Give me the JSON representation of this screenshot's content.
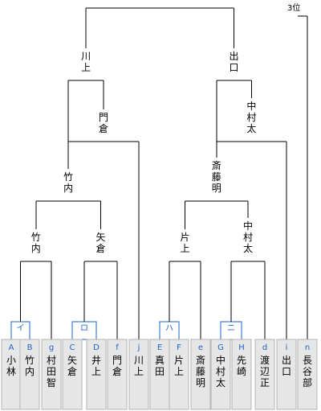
{
  "bracket": {
    "third_place_label": "3位",
    "entrants": [
      {
        "code": "A",
        "name": "小林"
      },
      {
        "code": "B",
        "name": "竹内"
      },
      {
        "code": "g",
        "name": "村田智"
      },
      {
        "code": "C",
        "name": "矢倉"
      },
      {
        "code": "D",
        "name": "井上"
      },
      {
        "code": "f",
        "name": "門倉"
      },
      {
        "code": "j",
        "name": "川上"
      },
      {
        "code": "E",
        "name": "真田"
      },
      {
        "code": "F",
        "name": "片上"
      },
      {
        "code": "e",
        "name": "斎藤明"
      },
      {
        "code": "G",
        "name": "中村太"
      },
      {
        "code": "H",
        "name": "先崎"
      },
      {
        "code": "d",
        "name": "渡辺正"
      },
      {
        "code": "i",
        "name": "出口"
      },
      {
        "code": "n",
        "name": "長谷部"
      }
    ],
    "pools": [
      {
        "label": "イ",
        "entrants": [
          0,
          1
        ]
      },
      {
        "label": "ロ",
        "entrants": [
          3,
          4
        ]
      },
      {
        "label": "ハ",
        "entrants": [
          7,
          8
        ]
      },
      {
        "label": "ニ",
        "entrants": [
          10,
          11
        ]
      }
    ],
    "matches": [
      {
        "id": "m1",
        "winner": "竹内",
        "inputs": [
          "pool:0",
          "e:2"
        ]
      },
      {
        "id": "m2",
        "winner": "矢倉",
        "inputs": [
          "pool:1",
          "e:5"
        ]
      },
      {
        "id": "m3",
        "winner": "片上",
        "inputs": [
          "pool:2",
          "e:9"
        ]
      },
      {
        "id": "m4",
        "winner": "中村太",
        "inputs": [
          "pool:3",
          "e:12"
        ]
      },
      {
        "id": "m5",
        "winner": "竹内",
        "inputs": [
          "m:m1",
          "m:m2"
        ]
      },
      {
        "id": "m6",
        "winner": "門倉",
        "inputs": [
          "m:m5",
          "e:6"
        ]
      },
      {
        "id": "m7",
        "winner": "斎藤明",
        "inputs": [
          "m:m3",
          "m:m4"
        ]
      },
      {
        "id": "m8",
        "winner": "中村太",
        "inputs": [
          "m:m7",
          "e:13"
        ]
      },
      {
        "id": "m9",
        "winner": "川上",
        "inputs": [
          "m:m6",
          "m:m5"
        ]
      },
      {
        "id": "m10",
        "winner": "出口",
        "inputs": [
          "m:m8",
          "m:m7"
        ]
      },
      {
        "id": "m11",
        "winner": "出口",
        "inputs": [
          "m:m9",
          "m:m10"
        ]
      }
    ]
  }
}
